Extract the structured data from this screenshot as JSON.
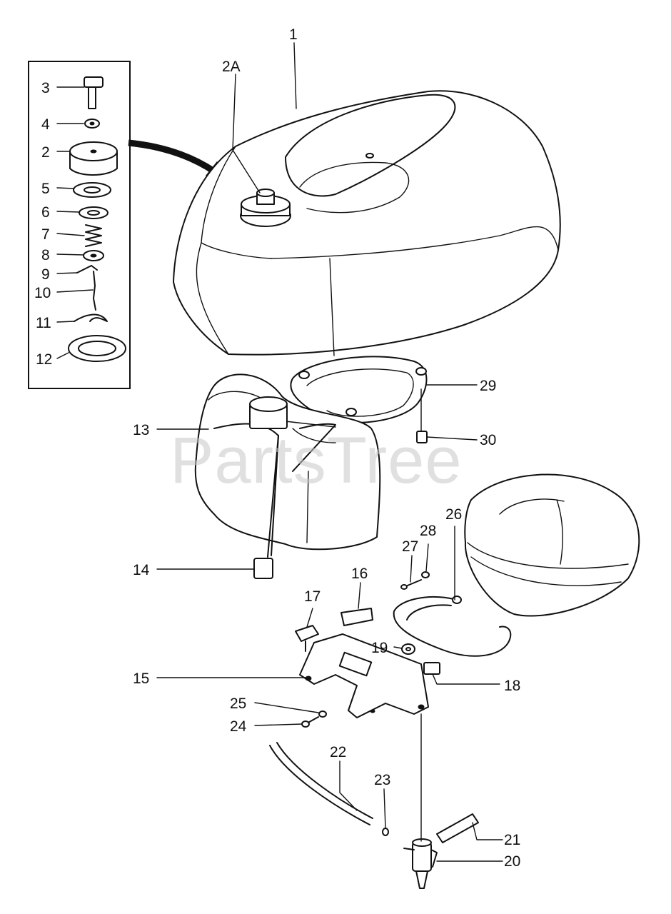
{
  "watermark": "PartsTree",
  "callouts": [
    {
      "id": "1",
      "label": "1"
    },
    {
      "id": "2A",
      "label": "2A"
    },
    {
      "id": "3",
      "label": "3"
    },
    {
      "id": "4",
      "label": "4"
    },
    {
      "id": "2",
      "label": "2"
    },
    {
      "id": "5",
      "label": "5"
    },
    {
      "id": "6",
      "label": "6"
    },
    {
      "id": "7",
      "label": "7"
    },
    {
      "id": "8",
      "label": "8"
    },
    {
      "id": "9",
      "label": "9"
    },
    {
      "id": "10",
      "label": "10"
    },
    {
      "id": "11",
      "label": "11"
    },
    {
      "id": "12",
      "label": "12"
    },
    {
      "id": "13",
      "label": "13"
    },
    {
      "id": "14",
      "label": "14"
    },
    {
      "id": "15",
      "label": "15"
    },
    {
      "id": "16",
      "label": "16"
    },
    {
      "id": "17",
      "label": "17"
    },
    {
      "id": "18",
      "label": "18"
    },
    {
      "id": "19",
      "label": "19"
    },
    {
      "id": "20",
      "label": "20"
    },
    {
      "id": "21",
      "label": "21"
    },
    {
      "id": "22",
      "label": "22"
    },
    {
      "id": "23",
      "label": "23"
    },
    {
      "id": "24",
      "label": "24"
    },
    {
      "id": "25",
      "label": "25"
    },
    {
      "id": "26",
      "label": "26"
    },
    {
      "id": "27",
      "label": "27"
    },
    {
      "id": "28",
      "label": "28"
    },
    {
      "id": "29",
      "label": "29"
    },
    {
      "id": "30",
      "label": "30"
    }
  ]
}
